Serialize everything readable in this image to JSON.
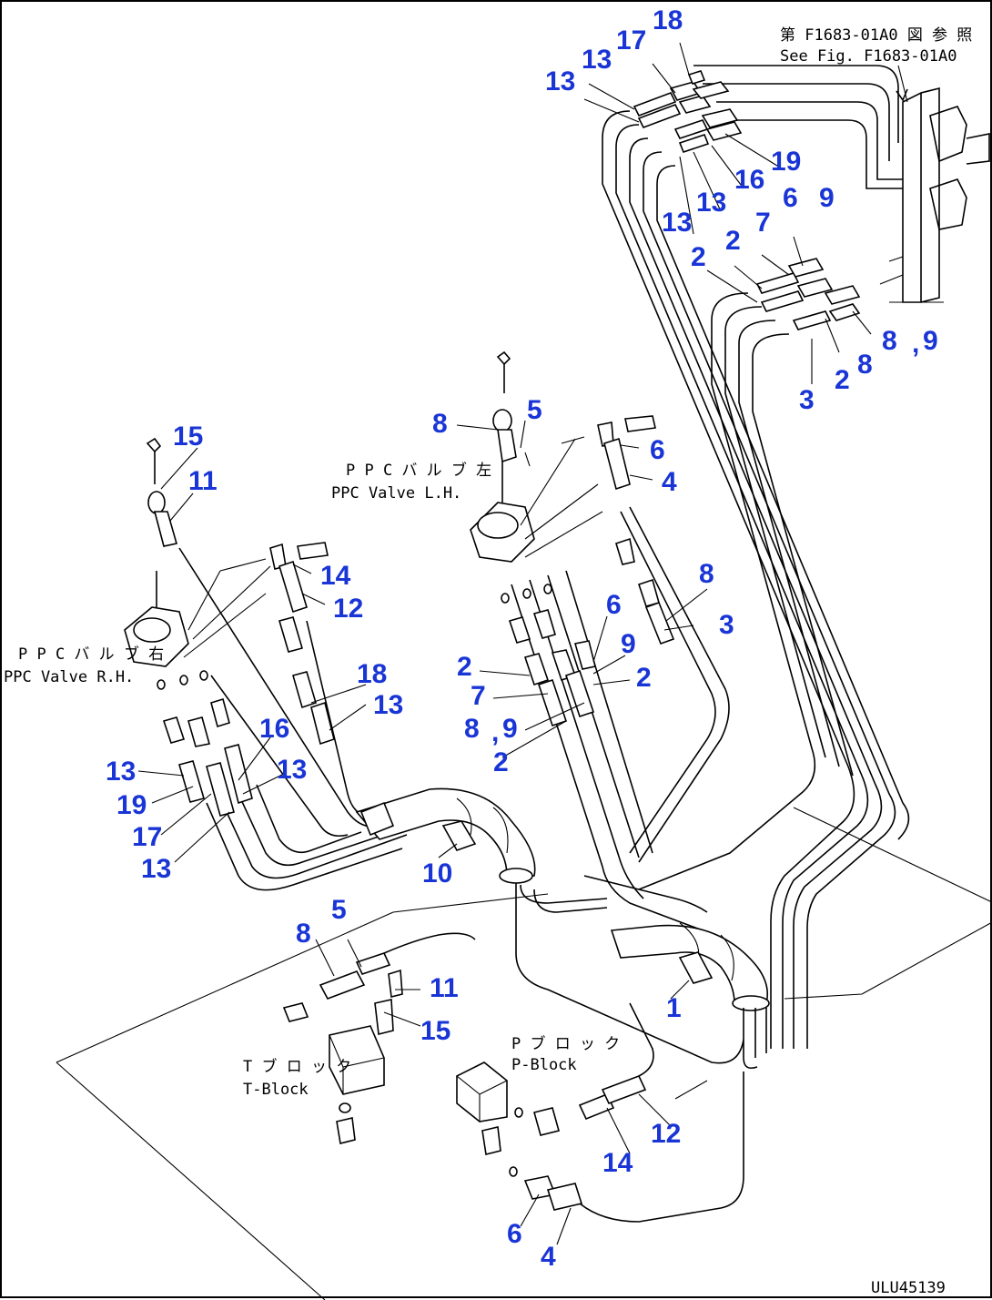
{
  "notes": {
    "see_fig_jp": "第 F1683-01A0 図 参 照",
    "see_fig_en": "See Fig. F1683-01A0",
    "ppc_lh_jp": "P P C バ ル ブ 左",
    "ppc_lh_en": "PPC Valve L.H.",
    "ppc_rh_jp": "P P C バ ル ブ 右",
    "ppc_rh_en": "PPC Valve R.H.",
    "pblock_jp": "P ブ ロ ッ ク",
    "pblock_en": "P-Block",
    "tblock_jp": "T ブ ロ ッ ク",
    "tblock_en": "T-Block",
    "drawing_no": "ULU45139"
  },
  "callouts": [
    {
      "id": "c01",
      "text": "18"
    },
    {
      "id": "c02",
      "text": "17"
    },
    {
      "id": "c03",
      "text": "13"
    },
    {
      "id": "c04",
      "text": "13"
    },
    {
      "id": "c05",
      "text": "19"
    },
    {
      "id": "c06",
      "text": "16"
    },
    {
      "id": "c07",
      "text": "13"
    },
    {
      "id": "c08",
      "text": "13"
    },
    {
      "id": "c09",
      "text": "6"
    },
    {
      "id": "c10",
      "text": "9"
    },
    {
      "id": "c11",
      "text": "7"
    },
    {
      "id": "c12",
      "text": "2"
    },
    {
      "id": "c13",
      "text": "2"
    },
    {
      "id": "c14",
      "text": "8"
    },
    {
      "id": "c15",
      "text": ","
    },
    {
      "id": "c16",
      "text": "9"
    },
    {
      "id": "c17",
      "text": "8"
    },
    {
      "id": "c18",
      "text": "2"
    },
    {
      "id": "c19",
      "text": "3"
    },
    {
      "id": "c20",
      "text": "5"
    },
    {
      "id": "c21",
      "text": "8"
    },
    {
      "id": "c22",
      "text": "6"
    },
    {
      "id": "c23",
      "text": "4"
    },
    {
      "id": "c24",
      "text": "15"
    },
    {
      "id": "c25",
      "text": "11"
    },
    {
      "id": "c26",
      "text": "14"
    },
    {
      "id": "c27",
      "text": "12"
    },
    {
      "id": "c28",
      "text": "8"
    },
    {
      "id": "c29",
      "text": "3"
    },
    {
      "id": "c30",
      "text": "6"
    },
    {
      "id": "c31",
      "text": "9"
    },
    {
      "id": "c32",
      "text": "2"
    },
    {
      "id": "c33",
      "text": "2"
    },
    {
      "id": "c34",
      "text": "7"
    },
    {
      "id": "c35",
      "text": "8"
    },
    {
      "id": "c36",
      "text": ","
    },
    {
      "id": "c37",
      "text": "9"
    },
    {
      "id": "c38",
      "text": "2"
    },
    {
      "id": "c39",
      "text": "18"
    },
    {
      "id": "c40",
      "text": "13"
    },
    {
      "id": "c41",
      "text": "16"
    },
    {
      "id": "c42",
      "text": "13"
    },
    {
      "id": "c43",
      "text": "13"
    },
    {
      "id": "c44",
      "text": "19"
    },
    {
      "id": "c45",
      "text": "17"
    },
    {
      "id": "c46",
      "text": "13"
    },
    {
      "id": "c47",
      "text": "10"
    },
    {
      "id": "c48",
      "text": "8"
    },
    {
      "id": "c49",
      "text": "5"
    },
    {
      "id": "c50",
      "text": "11"
    },
    {
      "id": "c51",
      "text": "15"
    },
    {
      "id": "c52",
      "text": "1"
    },
    {
      "id": "c53",
      "text": "12"
    },
    {
      "id": "c54",
      "text": "14"
    },
    {
      "id": "c55",
      "text": "6"
    },
    {
      "id": "c56",
      "text": "4"
    }
  ]
}
